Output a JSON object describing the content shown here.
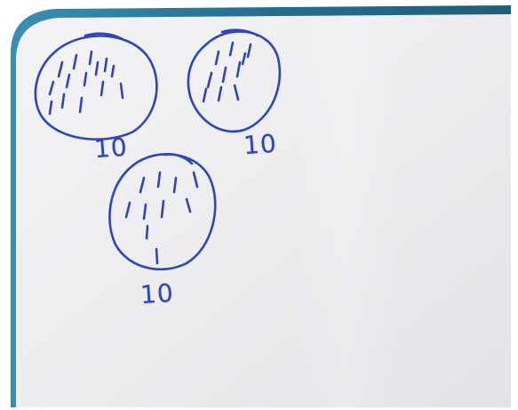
{
  "scene": {
    "ink_color": "#2f45b8",
    "board_color": "#eeeef1",
    "frame_color": "#2a7c9a",
    "background": "#ffffff"
  },
  "groups": [
    {
      "label": "10",
      "marks_count": 14
    },
    {
      "label": "10",
      "marks_count": 10
    },
    {
      "label": "10",
      "marks_count": 10
    }
  ]
}
